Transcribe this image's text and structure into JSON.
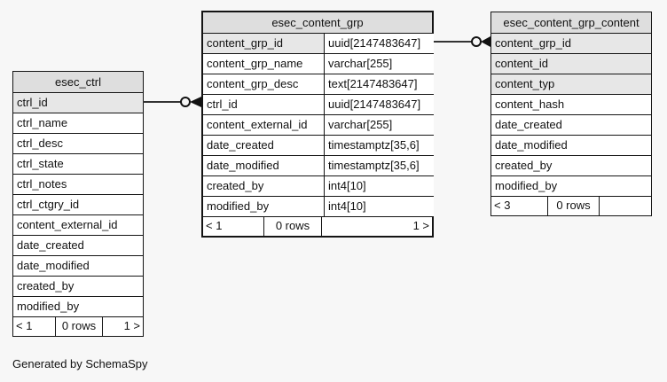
{
  "page": {
    "background_color": "#f7f7f7",
    "note": "Generated by SchemaSpy"
  },
  "colors": {
    "table_header_bg": "#dedede",
    "key_column_bg": "#e7e7e7",
    "row_bg": "#ffffff",
    "border": "#141414",
    "line": "#333333"
  },
  "tables": [
    {
      "name": "esec_ctrl",
      "columns": [
        {
          "name": "ctrl_id"
        },
        {
          "name": "ctrl_name"
        },
        {
          "name": "ctrl_desc"
        },
        {
          "name": "ctrl_state"
        },
        {
          "name": "ctrl_notes"
        },
        {
          "name": "ctrl_ctgry_id"
        },
        {
          "name": "content_external_id"
        },
        {
          "name": "date_created"
        },
        {
          "name": "date_modified"
        },
        {
          "name": "created_by"
        },
        {
          "name": "modified_by"
        }
      ],
      "pager": {
        "prev": "< 1",
        "rows": "0 rows",
        "next": "1 >"
      }
    },
    {
      "name": "esec_content_grp",
      "columns": [
        {
          "name": "content_grp_id",
          "type": "uuid[2147483647]"
        },
        {
          "name": "content_grp_name",
          "type": "varchar[255]"
        },
        {
          "name": "content_grp_desc",
          "type": "text[2147483647]"
        },
        {
          "name": "ctrl_id",
          "type": "uuid[2147483647]"
        },
        {
          "name": "content_external_id",
          "type": "varchar[255]"
        },
        {
          "name": "date_created",
          "type": "timestamptz[35,6]"
        },
        {
          "name": "date_modified",
          "type": "timestamptz[35,6]"
        },
        {
          "name": "created_by",
          "type": "int4[10]"
        },
        {
          "name": "modified_by",
          "type": "int4[10]"
        }
      ],
      "pager": {
        "prev": "< 1",
        "rows": "0 rows",
        "next": "1 >"
      }
    },
    {
      "name": "esec_content_grp_content",
      "columns": [
        {
          "name": "content_grp_id"
        },
        {
          "name": "content_id"
        },
        {
          "name": "content_typ"
        },
        {
          "name": "content_hash"
        },
        {
          "name": "date_created"
        },
        {
          "name": "date_modified"
        },
        {
          "name": "created_by"
        },
        {
          "name": "modified_by"
        }
      ],
      "pager": {
        "prev": "< 3",
        "rows": "0 rows",
        "next": ""
      }
    }
  ],
  "relationships": [
    {
      "from": "esec_ctrl.ctrl_id",
      "to": "esec_content_grp.ctrl_id"
    },
    {
      "from": "esec_content_grp.content_grp_id",
      "to": "esec_content_grp_content.content_grp_id"
    }
  ]
}
